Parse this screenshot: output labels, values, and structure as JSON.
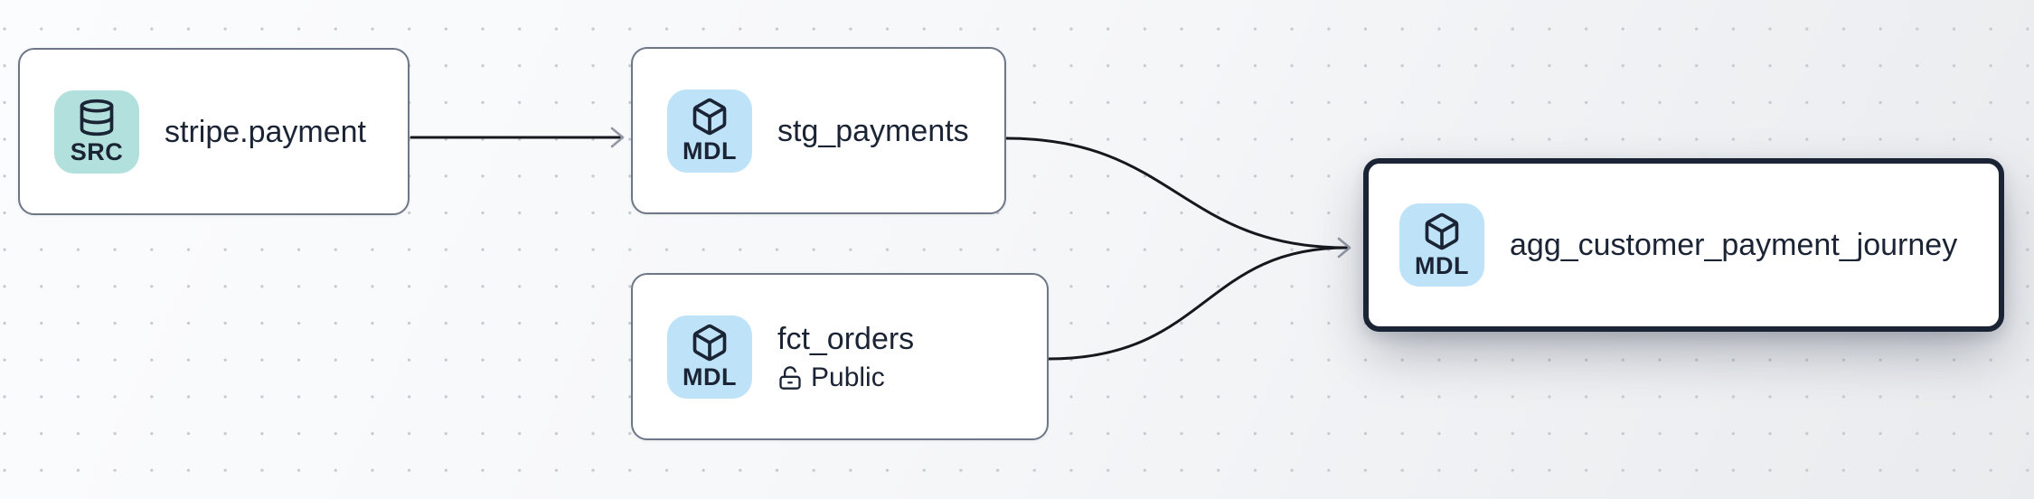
{
  "canvas": {
    "background_gradient": [
      "#fbfcfd",
      "#e9ebee"
    ],
    "dot_color": "#c6c9d0",
    "edge_color": "#16181d",
    "arrowhead_color": "#9199a7",
    "text_color": "#1b2434",
    "node_border_color": "#6e7787",
    "selected_border_color": "#1b2434"
  },
  "nodes": [
    {
      "id": "stripe.payment",
      "label": "stripe.payment",
      "type_badge": "SRC",
      "badge_icon": "database-icon",
      "badge_color": "#b2e0dc",
      "selected": false
    },
    {
      "id": "stg_payments",
      "label": "stg_payments",
      "type_badge": "MDL",
      "badge_icon": "cube-icon",
      "badge_color": "#bee3f8",
      "selected": false
    },
    {
      "id": "fct_orders",
      "label": "fct_orders",
      "access_label": "Public",
      "access_icon": "lock-open-icon",
      "type_badge": "MDL",
      "badge_icon": "cube-icon",
      "badge_color": "#bee3f8",
      "selected": false
    },
    {
      "id": "agg_customer_payment_journey",
      "label": "agg_customer_payment_journey",
      "type_badge": "MDL",
      "badge_icon": "cube-icon",
      "badge_color": "#bee3f8",
      "selected": true
    }
  ],
  "edges": [
    {
      "source": "stripe.payment",
      "target": "stg_payments"
    },
    {
      "source": "stg_payments",
      "target": "agg_customer_payment_journey"
    },
    {
      "source": "fct_orders",
      "target": "agg_customer_payment_journey"
    }
  ]
}
